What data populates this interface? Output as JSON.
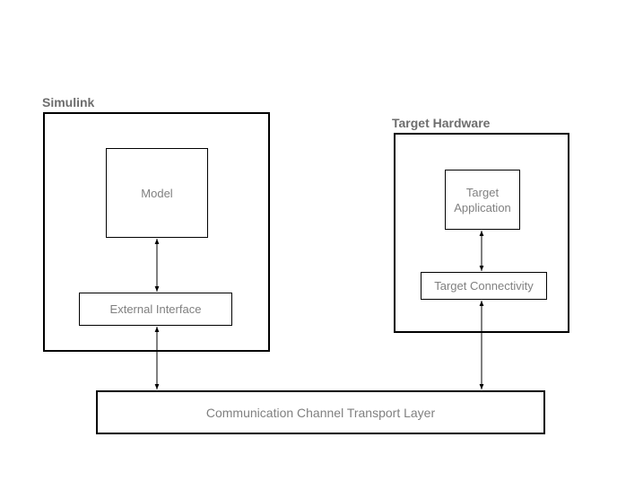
{
  "colors": {
    "border": "#000000",
    "label_text": "#808080",
    "title_text": "#6d6d6d",
    "background": "#ffffff"
  },
  "simulink": {
    "title": "Simulink",
    "model_label": "Model",
    "external_interface_label": "External Interface"
  },
  "target_hardware": {
    "title": "Target Hardware",
    "application_label_line1": "Target",
    "application_label_line2": "Application",
    "connectivity_label": "Target Connectivity"
  },
  "transport": {
    "label": "Communication Channel Transport Layer"
  }
}
